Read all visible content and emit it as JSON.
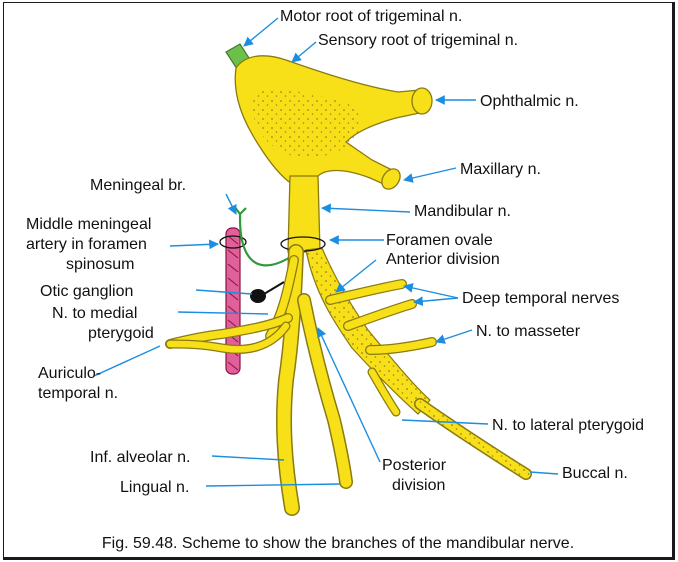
{
  "figure": {
    "caption": "Fig. 59.48. Scheme to show the branches of the mandibular nerve.",
    "labels": {
      "motor_root": "Motor root of trigeminal n.",
      "sensory_root": "Sensory root of trigeminal n.",
      "ophthalmic": "Ophthalmic n.",
      "maxillary": "Maxillary n.",
      "meningeal_br": "Meningeal br.",
      "middle_meningeal_1": "Middle meningeal",
      "middle_meningeal_2": "artery in foramen",
      "middle_meningeal_3": "spinosum",
      "mandibular": "Mandibular n.",
      "foramen_ovale": "Foramen ovale",
      "anterior_division": "Anterior division",
      "otic_ganglion": "Otic ganglion",
      "n_medial_pterygoid_1": "N. to medial",
      "n_medial_pterygoid_2": "pterygoid",
      "deep_temporal": "Deep temporal nerves",
      "n_masseter": "N. to masseter",
      "auriculotemporal_1": "Auriculo-",
      "auriculotemporal_2": "temporal n.",
      "n_lateral_pterygoid": "N. to lateral pterygoid",
      "inf_alveolar": "Inf. alveolar n.",
      "lingual": "Lingual n.",
      "posterior_division_1": "Posterior",
      "posterior_division_2": "division",
      "buccal": "Buccal n."
    }
  },
  "colors": {
    "nerve_fill": "#f7e017",
    "nerve_outline": "#8a7a10",
    "stipple": "#9a7a20",
    "pointer": "#1b8ee0",
    "artery": "#e0609a",
    "artery_stripe": "#8a1040",
    "meningeal_branch": "#2f9a3a",
    "motor_root": "#6cc04a",
    "ganglion": "#111111",
    "frame": "#1a1a1a"
  }
}
